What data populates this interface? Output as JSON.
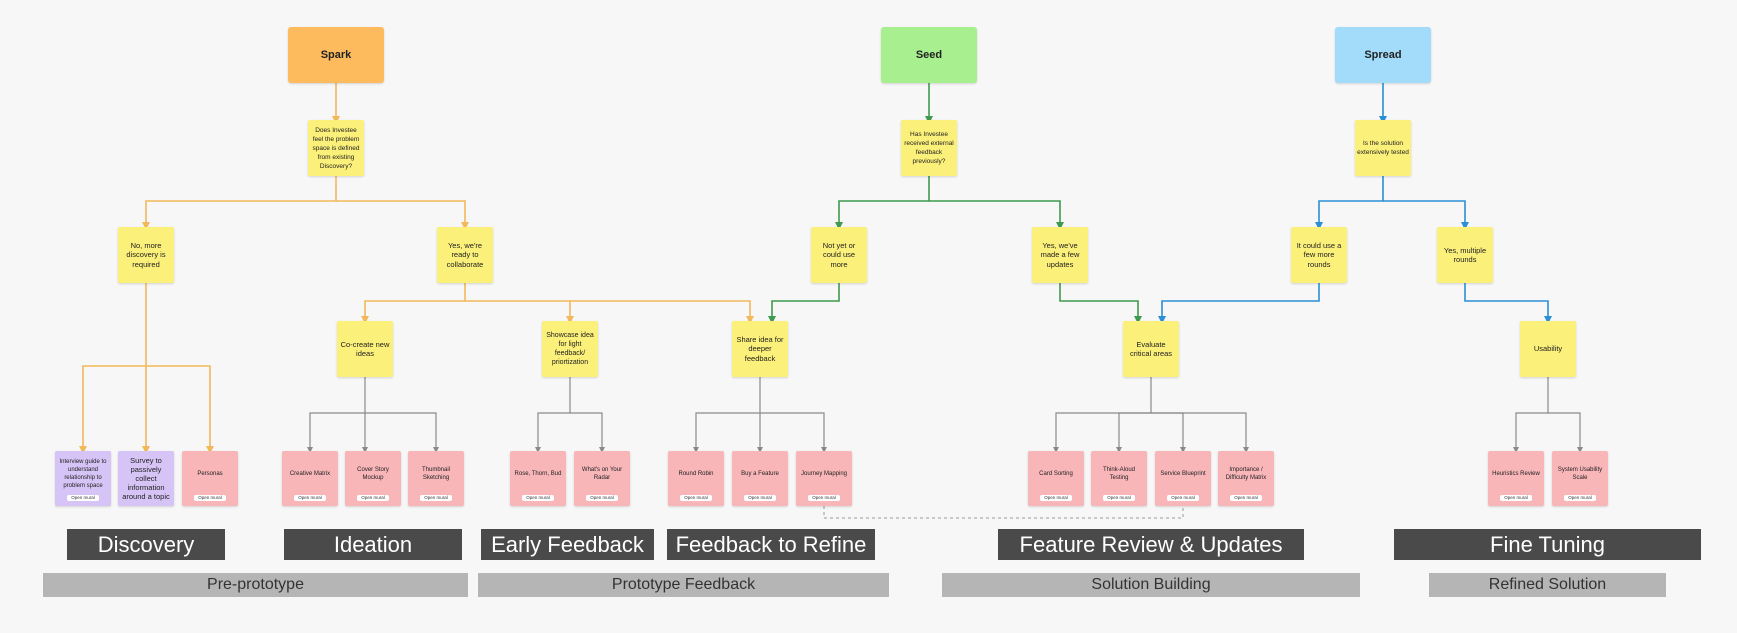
{
  "colors": {
    "orange": "#f2b85a",
    "green": "#3f9a4e",
    "blue": "#2b8fd6",
    "gray": "#8a8a8a"
  },
  "stages": {
    "spark": "Spark",
    "seed": "Seed",
    "spread": "Spread"
  },
  "questions": {
    "spark": "Does Investee feel the problem space is defined from existing Discovery?",
    "seed": "Has Investee received external feedback previously?",
    "spread": "Is the solution extensively tested"
  },
  "answers": {
    "spark_no": "No, more discovery is required",
    "spark_yes": "Yes, we're ready to collaborate",
    "seed_no": "Not yet or could use more",
    "seed_yes": "Yes, we've made a few updates",
    "spread_no": "It could use a few more rounds",
    "spread_yes": "Yes, multiple rounds"
  },
  "activities": {
    "cocreate": "Co-create new ideas",
    "showcase": "Showcase idea for light feedback/ priortization",
    "share": "Share idea for deeper feedback",
    "evaluate": "Evaluate critical areas",
    "usability": "Usability"
  },
  "open_label": "Open mural",
  "leaves": {
    "interview": "Interview guide to understand relationship to problem space",
    "survey": "Survey to passively collect information around a topic",
    "personas": "Personas",
    "creative": "Creative Matrix",
    "cover": "Cover Story Mockup",
    "thumbnail": "Thumbnail Sketching",
    "rose": "Rose, Thorn, Bud",
    "radar": "What's on Your Radar",
    "robin": "Round Robin",
    "buy": "Buy a Feature",
    "journey": "Journey Mapping",
    "card": "Card Sorting",
    "think": "Think-Aloud Testing",
    "blueprint": "Service Blueprint",
    "importance": "Importance / Difficulty Matrix",
    "heuristics": "Heuristics Review",
    "sus": "System Usability Scale"
  },
  "phases": {
    "discovery": "Discovery",
    "ideation": "Ideation",
    "early": "Early Feedback",
    "refine": "Feedback to Refine",
    "feature": "Feature Review & Updates",
    "fine": "Fine Tuning"
  },
  "categories": {
    "pre": "Pre-prototype",
    "proto": "Prototype Feedback",
    "solution": "Solution Building",
    "refined": "Refined Solution"
  }
}
